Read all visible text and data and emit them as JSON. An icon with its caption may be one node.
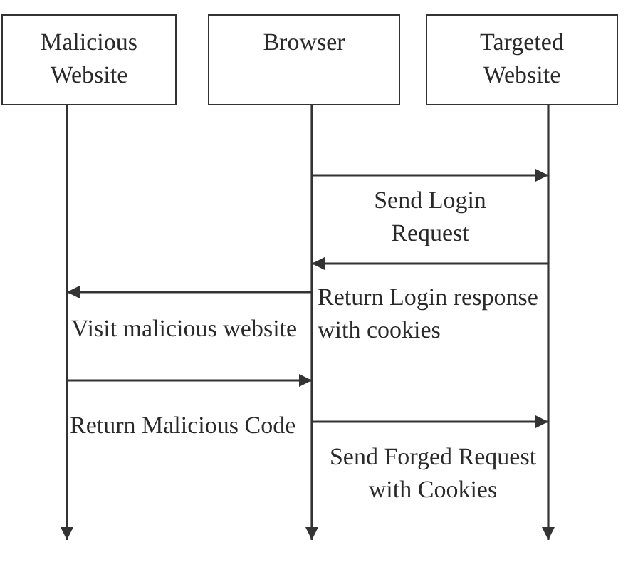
{
  "diagram": {
    "nodes": [
      {
        "text": [
          "Malicious Website"
        ]
      },
      {
        "text": [
          "Browser"
        ]
      },
      {
        "text": [
          "Targeted Website"
        ]
      }
    ],
    "edges": [
      {
        "from": 1,
        "to": 2,
        "arrow": "to",
        "label": "Send Login Request"
      },
      {
        "from": 2,
        "to": 1,
        "arrow": "to",
        "label": "Return Login response with cookies"
      },
      {
        "from": 1,
        "to": 0,
        "arrow": "to",
        "label": "Visit malicious website"
      },
      {
        "from": 0,
        "to": 1,
        "arrow": "to",
        "label": "Return Malicious Code"
      },
      {
        "from": 1,
        "to": 2,
        "arrow": "to",
        "label": "Send Forged Request with Cookies"
      }
    ]
  }
}
